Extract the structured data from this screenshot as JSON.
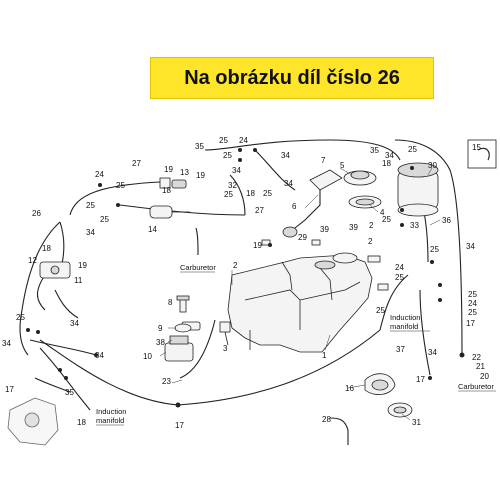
{
  "banner": {
    "text": "Na obrázku díl číslo 26"
  },
  "notes": {
    "carburetor_left": "Carburetor",
    "carburetor_right": "Carburetor",
    "induction_center_1": "Induction",
    "induction_center_2": "manifold",
    "induction_left_1": "Induction",
    "induction_left_2": "manifold"
  },
  "labels": {
    "n1": "1",
    "n2a": "2",
    "n2b": "2",
    "n2c": "2",
    "n3": "3",
    "n4": "4",
    "n5": "5",
    "n6": "6",
    "n7": "7",
    "n8": "8",
    "n9": "9",
    "n10": "10",
    "n11": "11",
    "n12": "12",
    "n13": "13",
    "n14": "14",
    "n15": "15",
    "n16": "16",
    "n17a": "17",
    "n17b": "17",
    "n17c": "17",
    "n17d": "17",
    "n18a": "18",
    "n18b": "18",
    "n18c": "18",
    "n18d": "18",
    "n18e": "18",
    "n19a": "19",
    "n19b": "19",
    "n19c": "19",
    "n19d": "19",
    "n20": "20",
    "n21": "21",
    "n22": "22",
    "n23": "23",
    "n24a": "24",
    "n24b": "24",
    "n24c": "24",
    "n24d": "24",
    "n25a": "25",
    "n25b": "25",
    "n25c": "25",
    "n25d": "25",
    "n25e": "25",
    "n25f": "25",
    "n25g": "25",
    "n25h": "25",
    "n25i": "25",
    "n25j": "25",
    "n25k": "25",
    "n25l": "25",
    "n25m": "25",
    "n25n": "25",
    "n25o": "25",
    "n26": "26",
    "n27a": "27",
    "n27b": "27",
    "n28": "28",
    "n29": "29",
    "n30": "30",
    "n31": "31",
    "n32": "32",
    "n33": "33",
    "n34a": "34",
    "n34b": "34",
    "n34c": "34",
    "n34d": "34",
    "n34e": "34",
    "n34f": "34",
    "n34g": "34",
    "n34h": "34",
    "n34i": "34",
    "n34j": "34",
    "n35a": "35",
    "n35b": "35",
    "n35c": "35",
    "n36": "36",
    "n37": "37",
    "n38": "38",
    "n39a": "39",
    "n39b": "39"
  }
}
